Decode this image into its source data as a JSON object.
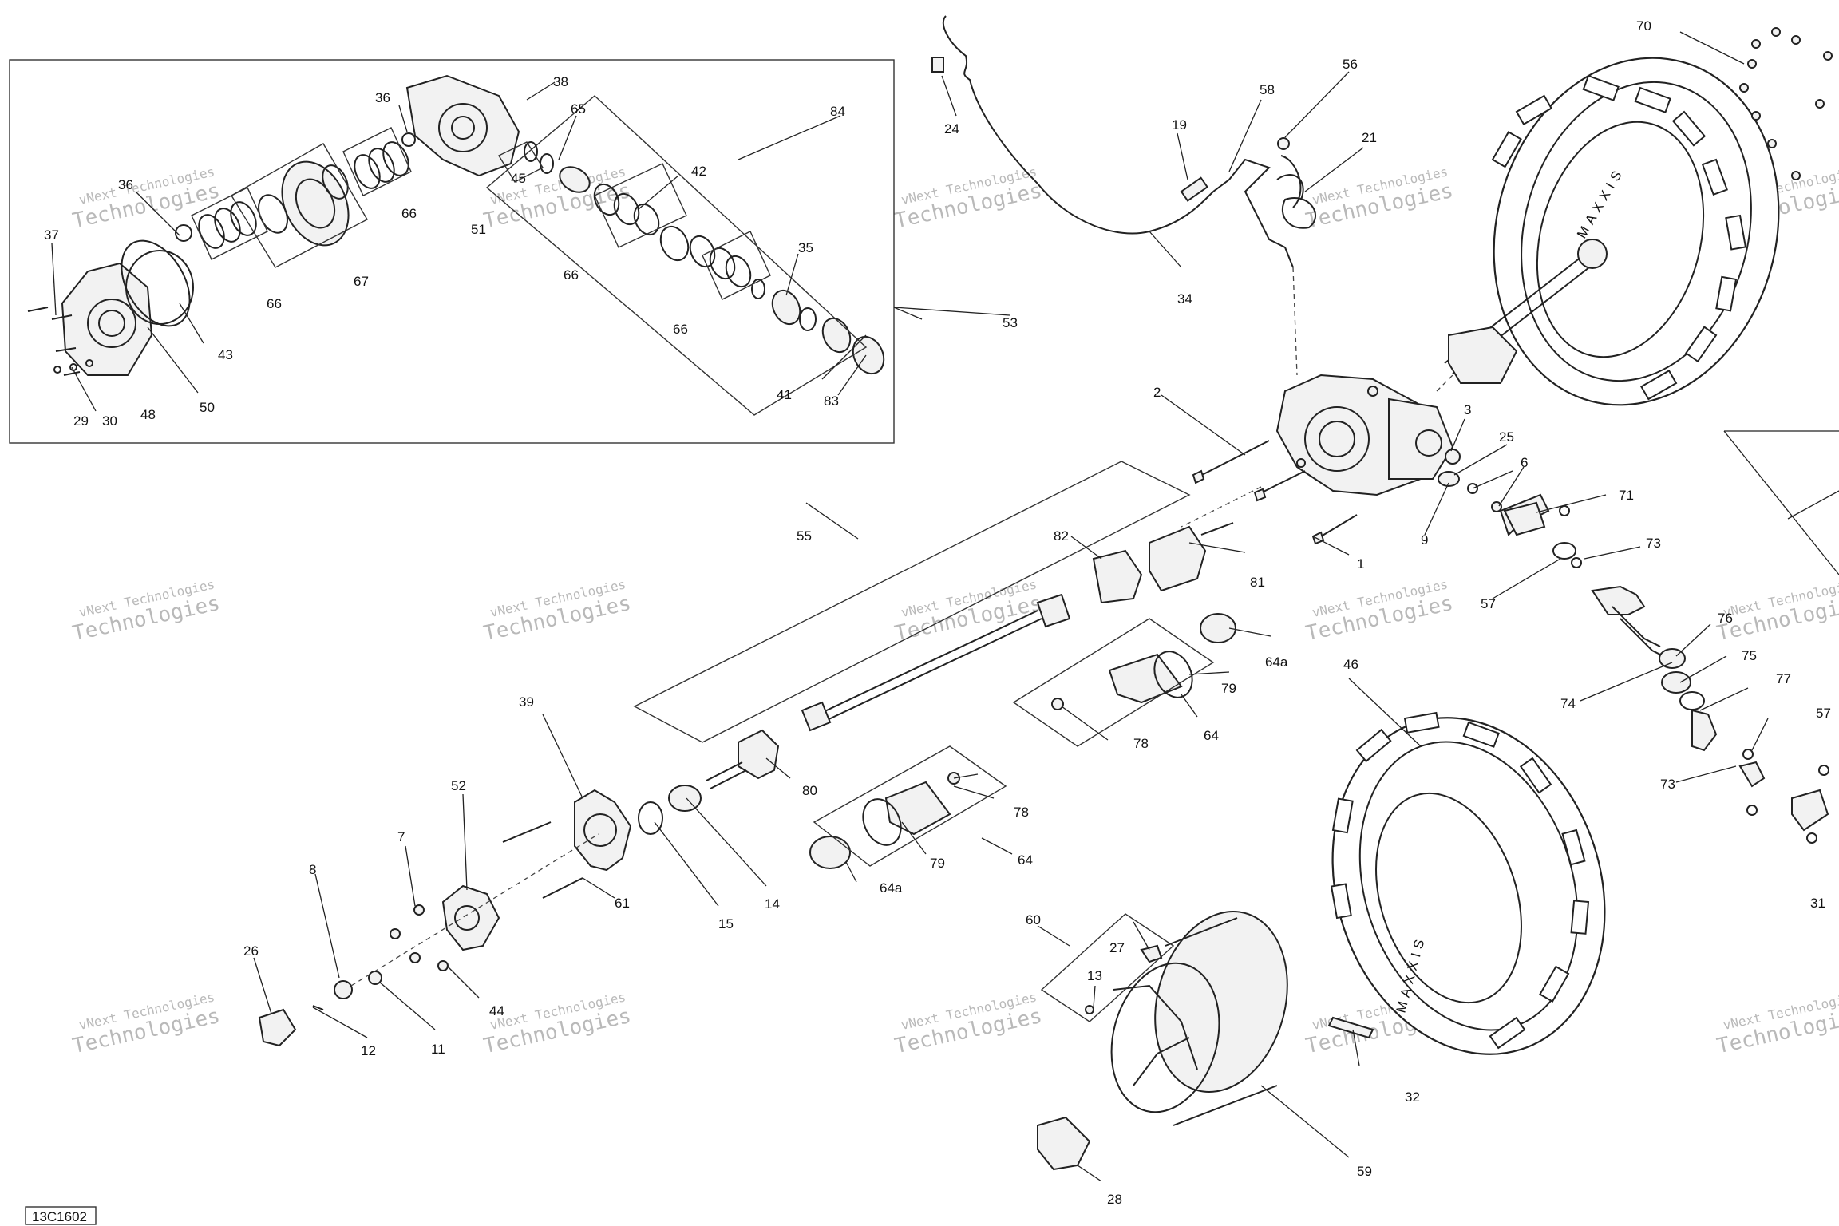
{
  "diagram_code": "13C1602",
  "watermark": {
    "line1": "vNext Technologies",
    "line2": "Technologies"
  },
  "tire_brand": "MAXXIS",
  "callouts": [
    "1",
    "2",
    "3",
    "6",
    "7",
    "8",
    "9",
    "11",
    "12",
    "13",
    "14",
    "15",
    "19",
    "21",
    "24",
    "25",
    "26",
    "27",
    "28",
    "29",
    "30",
    "31",
    "32",
    "34",
    "35",
    "36",
    "37",
    "38",
    "39",
    "41",
    "42",
    "43",
    "44",
    "45",
    "46",
    "48",
    "50",
    "51",
    "52",
    "53",
    "55",
    "56",
    "57",
    "58",
    "59",
    "60",
    "61",
    "64",
    "64a",
    "65",
    "66",
    "67",
    "70",
    "71",
    "73",
    "74",
    "75",
    "76",
    "77",
    "78",
    "79",
    "80",
    "81",
    "82",
    "83",
    "84"
  ]
}
